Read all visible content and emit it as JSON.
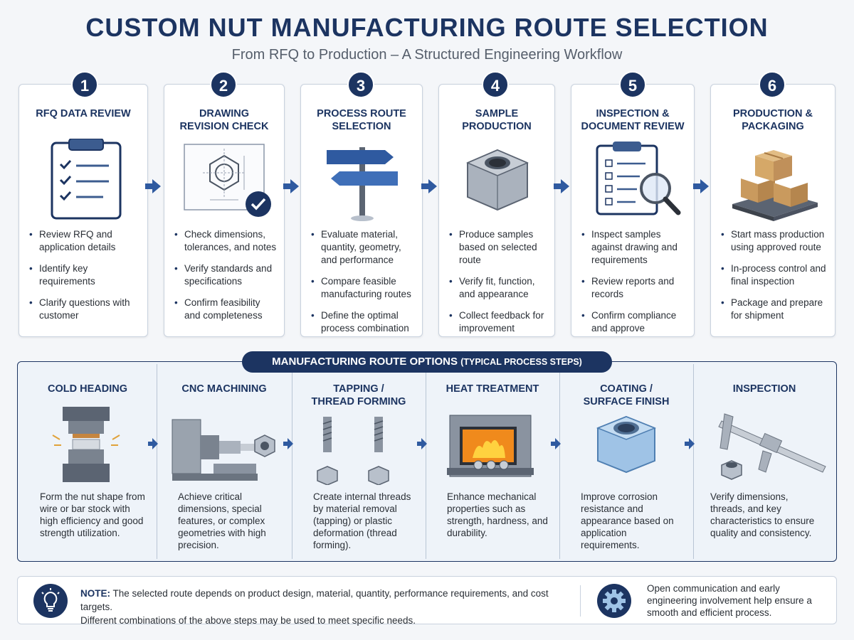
{
  "header": {
    "title": "CUSTOM NUT MANUFACTURING ROUTE SELECTION",
    "subtitle": "From RFQ to Production – A Structured Engineering Workflow"
  },
  "steps": [
    {
      "number": "1",
      "title_line1": "RFQ DATA REVIEW",
      "title_line2": "",
      "icon": "clipboard-checklist-icon",
      "bullets": [
        "Review RFQ and application details",
        "Identify key requirements",
        "Clarify questions with customer"
      ]
    },
    {
      "number": "2",
      "title_line1": "DRAWING",
      "title_line2": "REVISION CHECK",
      "icon": "technical-drawing-check-icon",
      "bullets": [
        "Check dimensions, tolerances, and notes",
        "Verify standards and specifications",
        "Confirm feasibility and completeness"
      ]
    },
    {
      "number": "3",
      "title_line1": "PROCESS ROUTE",
      "title_line2": "SELECTION",
      "icon": "signpost-icon",
      "bullets": [
        "Evaluate material, quantity, geometry, and performance",
        "Compare feasible manufacturing routes",
        "Define the optimal process combination"
      ]
    },
    {
      "number": "4",
      "title_line1": "SAMPLE",
      "title_line2": "PRODUCTION",
      "icon": "hex-nut-icon",
      "bullets": [
        "Produce samples based on selected route",
        "Verify fit, function, and appearance",
        "Collect feedback for improvement"
      ]
    },
    {
      "number": "5",
      "title_line1": "INSPECTION &",
      "title_line2": "DOCUMENT REVIEW",
      "icon": "checklist-magnifier-icon",
      "bullets": [
        "Inspect samples against drawing and requirements",
        "Review reports and records",
        "Confirm compliance and approve"
      ]
    },
    {
      "number": "6",
      "title_line1": "PRODUCTION &",
      "title_line2": "PACKAGING",
      "icon": "boxes-pallet-icon",
      "bullets": [
        "Start mass production using approved route",
        "In-process control and final inspection",
        "Package and prepare for shipment"
      ]
    }
  ],
  "routes": {
    "header_main": "MANUFACTURING ROUTE OPTIONS",
    "header_sub": "(TYPICAL PROCESS STEPS)",
    "items": [
      {
        "title_line1": "COLD HEADING",
        "title_line2": "",
        "icon": "cold-heading-die-icon",
        "desc": "Form the nut shape from wire or bar stock with high efficiency and good strength utilization."
      },
      {
        "title_line1": "CNC MACHINING",
        "title_line2": "",
        "icon": "cnc-lathe-icon",
        "desc": "Achieve critical dimensions, special features, or complex geometries with high precision."
      },
      {
        "title_line1": "TAPPING /",
        "title_line2": "THREAD FORMING",
        "icon": "tap-tool-icon",
        "desc": "Create internal threads by material removal (tapping) or plastic deformation (thread forming)."
      },
      {
        "title_line1": "HEAT TREATMENT",
        "title_line2": "",
        "icon": "furnace-icon",
        "desc": "Enhance mechanical properties such as strength, hardness, and durability."
      },
      {
        "title_line1": "COATING /",
        "title_line2": "SURFACE FINISH",
        "icon": "coated-nut-icon",
        "desc": "Improve corrosion resistance and appearance based on application requirements."
      },
      {
        "title_line1": "INSPECTION",
        "title_line2": "",
        "icon": "caliper-icon",
        "desc": "Verify dimensions, threads, and key characteristics to ensure quality and consistency."
      }
    ]
  },
  "note": {
    "label": "NOTE:",
    "line1": "The selected route depends on product design, material, quantity, performance requirements, and cost targets.",
    "line2": "Different combinations of the above steps may be used to meet specific needs.",
    "right_text": "Open communication and early engineering involvement help ensure a smooth and efficient process."
  },
  "colors": {
    "navy": "#1c3461",
    "accent_blue": "#2f5aa0",
    "background": "#f4f6f9"
  }
}
